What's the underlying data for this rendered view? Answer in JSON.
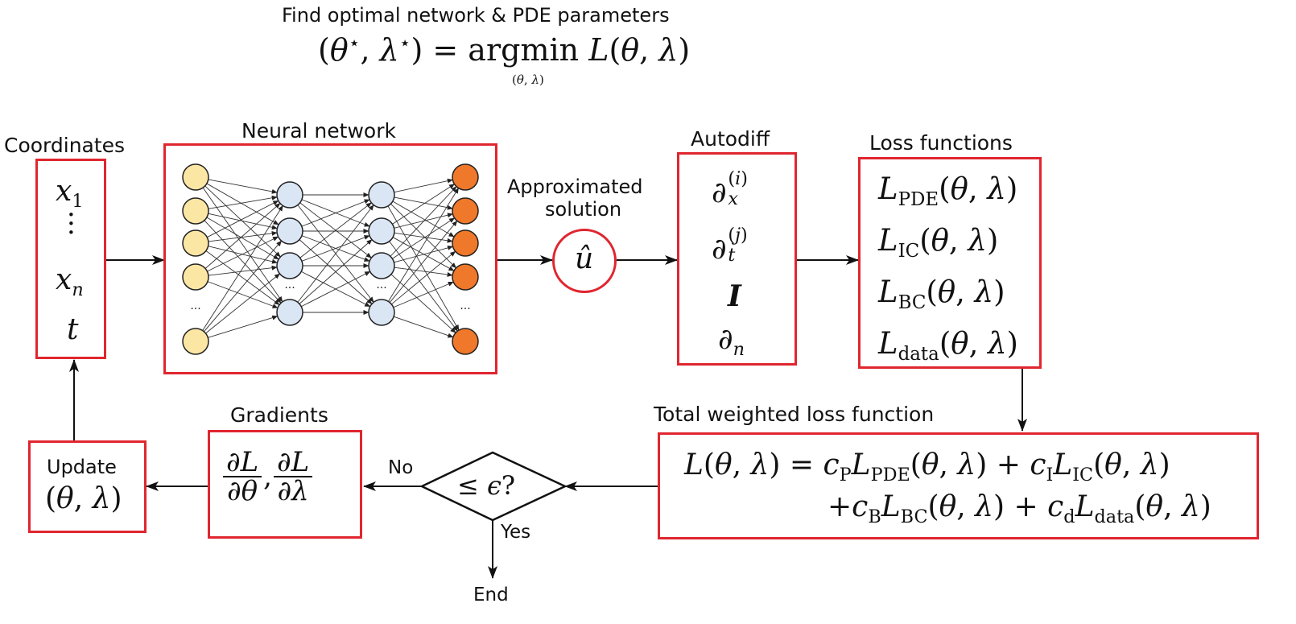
{
  "header": {
    "title": "Find optimal network & PDE parameters"
  },
  "labels": {
    "coordinates": "Coordinates",
    "neural_network": "Neural network",
    "approx_solution_line1": "Approximated",
    "approx_solution_line2": "solution",
    "autodiff": "Autodiff",
    "loss_functions": "Loss functions",
    "total_loss": "Total weighted loss function",
    "gradients": "Gradients",
    "update": "Update",
    "no": "No",
    "yes": "Yes",
    "end": "End"
  },
  "network": {
    "ellipsis": "...",
    "layers": [
      {
        "role": "input",
        "color": "#fce6a4"
      },
      {
        "role": "hidden",
        "color": "#dbe6f5"
      },
      {
        "role": "hidden",
        "color": "#dbe6f5"
      },
      {
        "role": "output",
        "color": "#f0782a"
      }
    ]
  },
  "colors": {
    "box_border": "#e0262f",
    "input_node": "#fce6a4",
    "hidden_node": "#dbe6f5",
    "output_node": "#f0782a"
  }
}
